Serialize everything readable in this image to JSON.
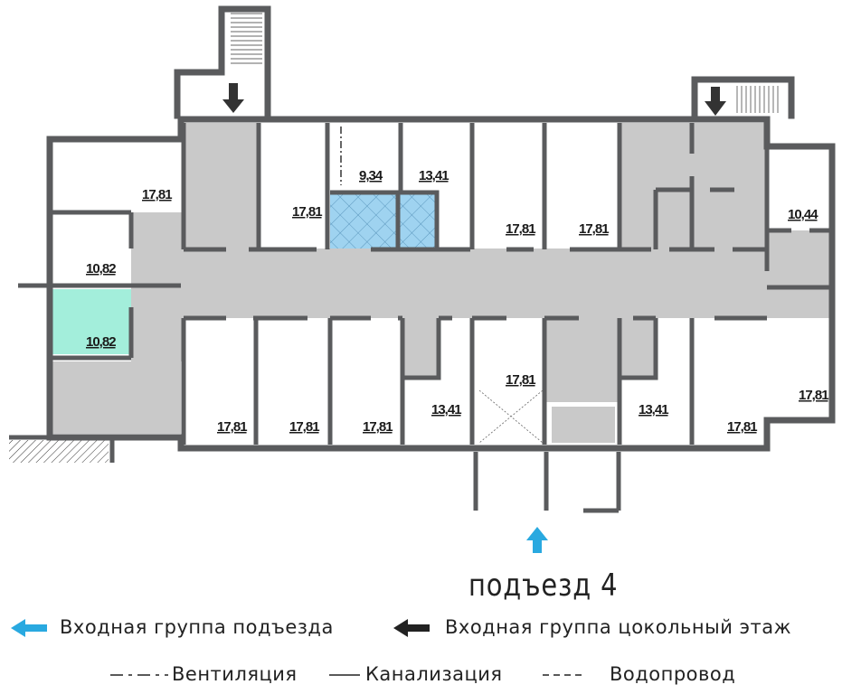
{
  "colors": {
    "wall": "#5a5b5d",
    "common": "#c9c9c9",
    "bathroom": "#9fd3f0",
    "highlight": "#a3eedb",
    "entrance_arrow": "#29a9e0",
    "basement_arrow": "#333333"
  },
  "rooms": {
    "left_top": "17,81",
    "left_mid": "10,82",
    "left_selected": "10,82",
    "top_1": "17,81",
    "top_2": "9,34",
    "top_3": "13,41",
    "top_4": "17,81",
    "top_5": "17,81",
    "right_top": "10,44",
    "right_bottom": "17,81",
    "bottom_1": "17,81",
    "bottom_2": "17,81",
    "bottom_3": "17,81",
    "bottom_4": "13,41",
    "bottom_5": "17,81",
    "bottom_6": "13,41",
    "bottom_7": "17,81"
  },
  "entrance_label": "подъезд 4",
  "legend": {
    "entrance_group": "Входная группа подъезда",
    "basement_group": "Входная группа цокольный этаж",
    "ventilation": "Вентиляция",
    "sewer": "Канализация",
    "water": "Водопровод"
  }
}
